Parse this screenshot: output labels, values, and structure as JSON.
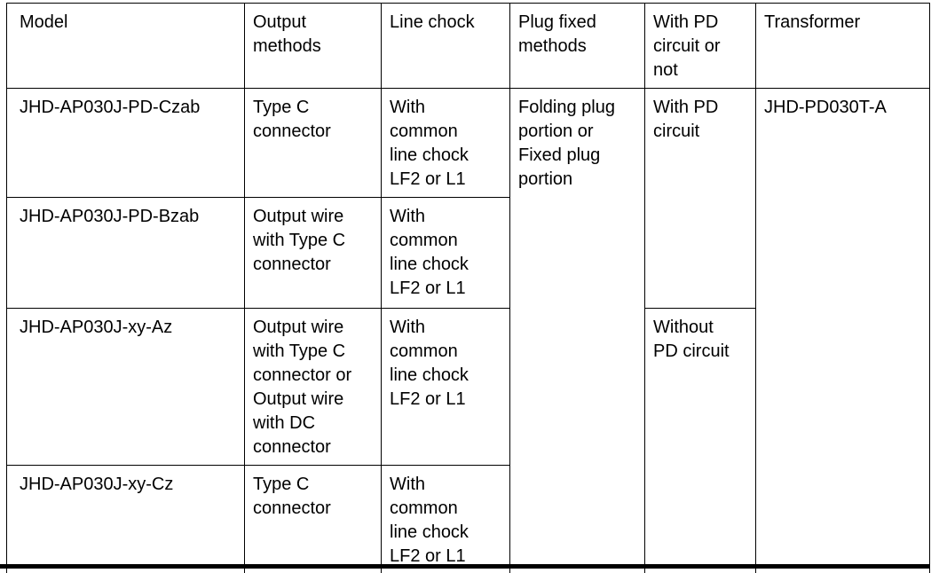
{
  "table": {
    "headers": {
      "model": "Model",
      "output_methods": "Output\nmethods",
      "line_chock": "Line chock",
      "plug_fixed_methods": "Plug fixed\nmethods",
      "pd_circuit": "With PD\ncircuit or\nnot",
      "transformer": "Transformer"
    },
    "rows": [
      {
        "model": "JHD-AP030J-PD-Czab",
        "output_method": "Type C\nconnector",
        "line_chock": "With\ncommon\nline chock\nLF2 or L1"
      },
      {
        "model": "JHD-AP030J-PD-Bzab",
        "output_method": "Output wire\nwith Type C\nconnector",
        "line_chock": "With\ncommon\nline chock\nLF2 or L1"
      },
      {
        "model": "JHD-AP030J-xy-Az",
        "output_method": "Output wire\nwith Type C\nconnector or\nOutput wire\nwith DC\nconnector",
        "line_chock": "With\ncommon\nline chock\nLF2 or L1"
      },
      {
        "model": "JHD-AP030J-xy-Cz",
        "output_method": "Type C\nconnector",
        "line_chock": "With\ncommon\nline chock\nLF2 or L1"
      }
    ],
    "merged": {
      "plug_fixed_methods": "Folding plug\nportion or\nFixed plug\nportion",
      "with_pd_circuit": "With PD\ncircuit",
      "without_pd_circuit": "Without\nPD circuit",
      "transformer": "JHD-PD030T-A"
    },
    "colors": {
      "border": "#000000",
      "text": "#000000",
      "background": "#ffffff"
    }
  }
}
